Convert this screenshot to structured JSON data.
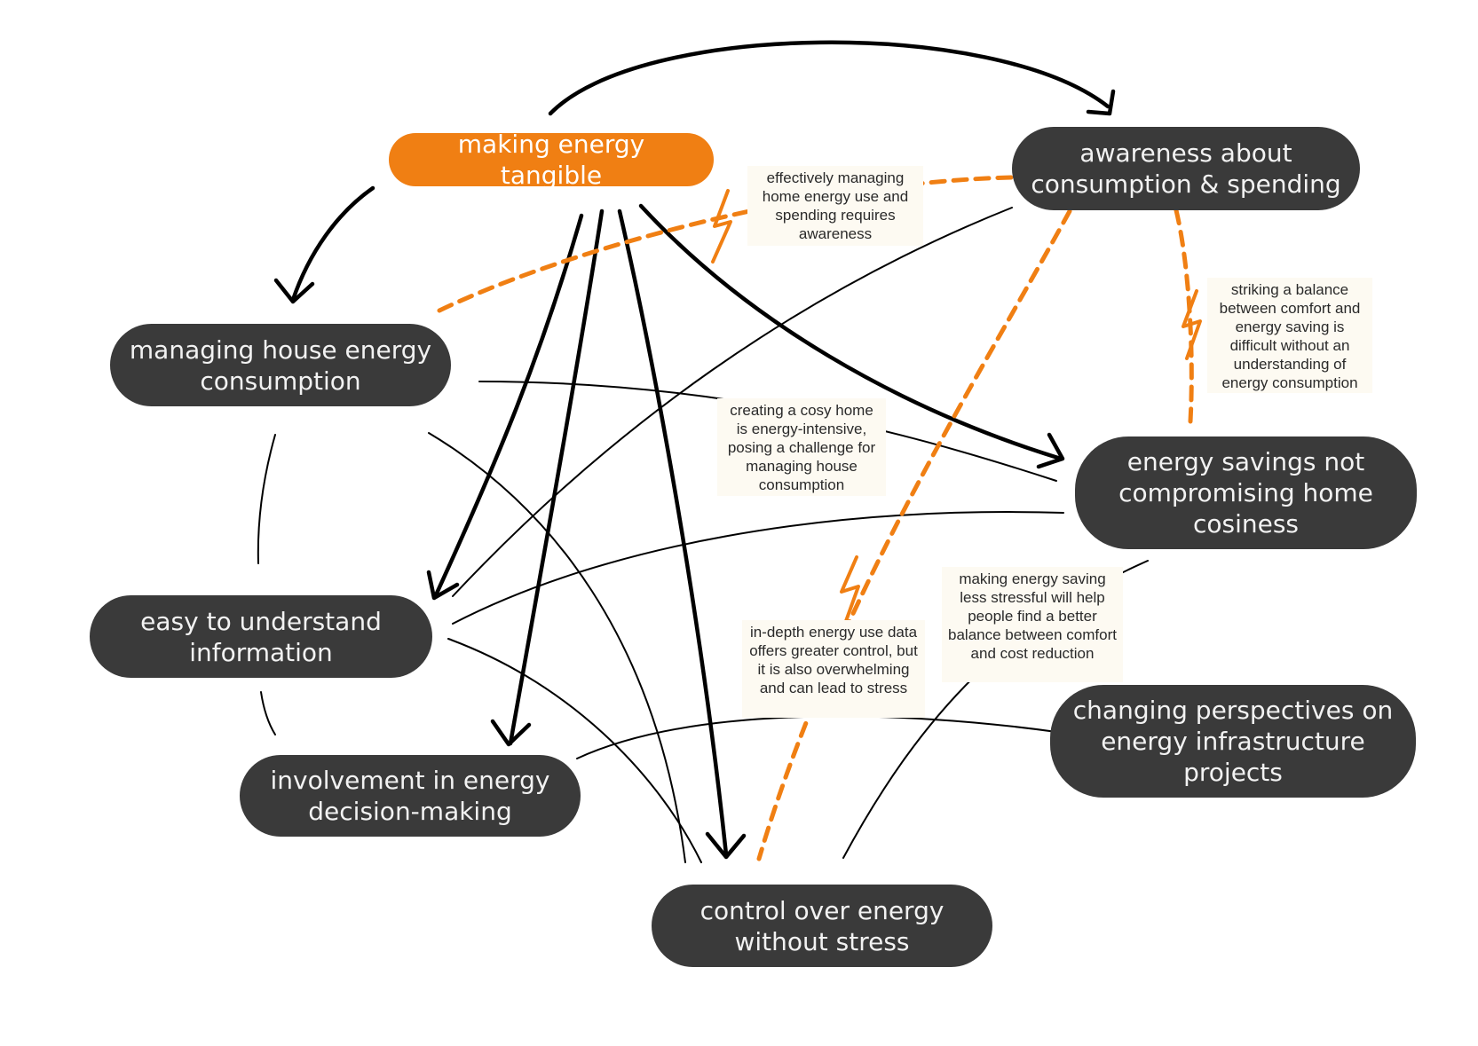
{
  "nodes": {
    "tangible": "making energy tangible",
    "awareness": "awareness about consumption & spending",
    "managing": "managing house energy consumption",
    "easy": "easy to understand information",
    "involvement": "involvement in energy decision-making",
    "control": "control over energy without stress",
    "savings": "energy savings not compromising home cosiness",
    "perspectives": "changing perspectives on energy infrastructure projects"
  },
  "notes": {
    "awareness": "effectively managing home energy use and spending requires awareness",
    "balance": "striking a balance between comfort and energy saving is difficult without an understanding of energy consumption",
    "cosy": "creating a cosy home is energy-intensive, posing a challenge for managing house consumption",
    "stress": "making energy saving less stressful will help people find a better balance between comfort and cost reduction",
    "indepth": "in-depth energy use data offers greater control, but it is also overwhelming and can lead to stress"
  },
  "colors": {
    "accent": "#f07f13",
    "node_dark": "#3a3a3a",
    "node_text": "#f2f2f2",
    "line": "#000000",
    "note_bg": "#fdfaf2"
  }
}
